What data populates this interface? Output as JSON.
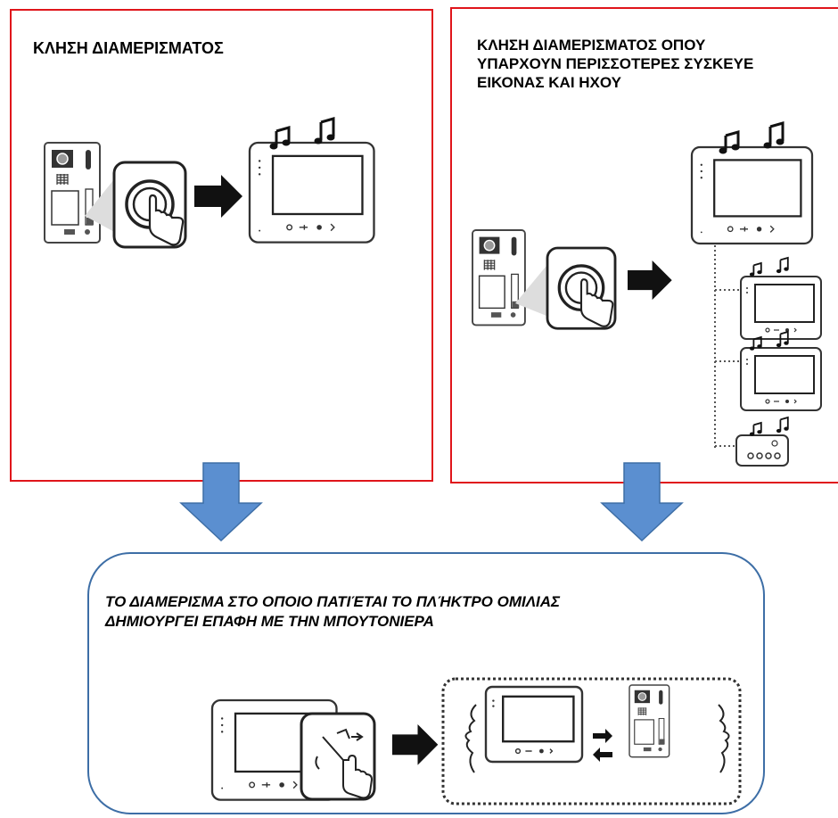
{
  "panels": {
    "left_title": "ΚΛΗΣΗ ΔΙΑΜΕΡΙΣΜΑΤΟΣ",
    "right_title_line1": "ΚΛΗΣΗ ΔΙΑΜΕΡΙΣΜΑΤΟΣ ΟΠΟΥ",
    "right_title_line2": "ΥΠΑΡΧΟΥΝ ΠΕΡΙΣΣΟΤΕΡΕΣ ΣΥΣΚΕΥΕ",
    "right_title_line3": "ΕΙΚΟΝΑΣ ΚΑΙ ΗΧΟΥ"
  },
  "result": {
    "line1": "ΤΟ  ΔΙΑΜΕΡΙΣΜΑ ΣΤΟ ΟΠΟΙΟ ΠΑΤΙΈΤΑΙ ΤΟ ΠΛΉΚΤΡΟ ΟΜΙΛΙΑΣ",
    "line2": "ΔΗΜΙΟΥΡΓΕΙ ΕΠΑΦΗ ΜΕ ΤΗΝ ΜΠΟΥΤΟΝΙΕΡΑ"
  },
  "colors": {
    "panel_border": "#e0151b",
    "flow_arrow": "#5b8fd0",
    "box_border": "#3d6ea6"
  },
  "icons": [
    "door-panel-icon",
    "call-button-icon",
    "monitor-icon",
    "music-note-icon",
    "talk-button-icon",
    "speech-face-icon",
    "intercom-unit-icon"
  ]
}
